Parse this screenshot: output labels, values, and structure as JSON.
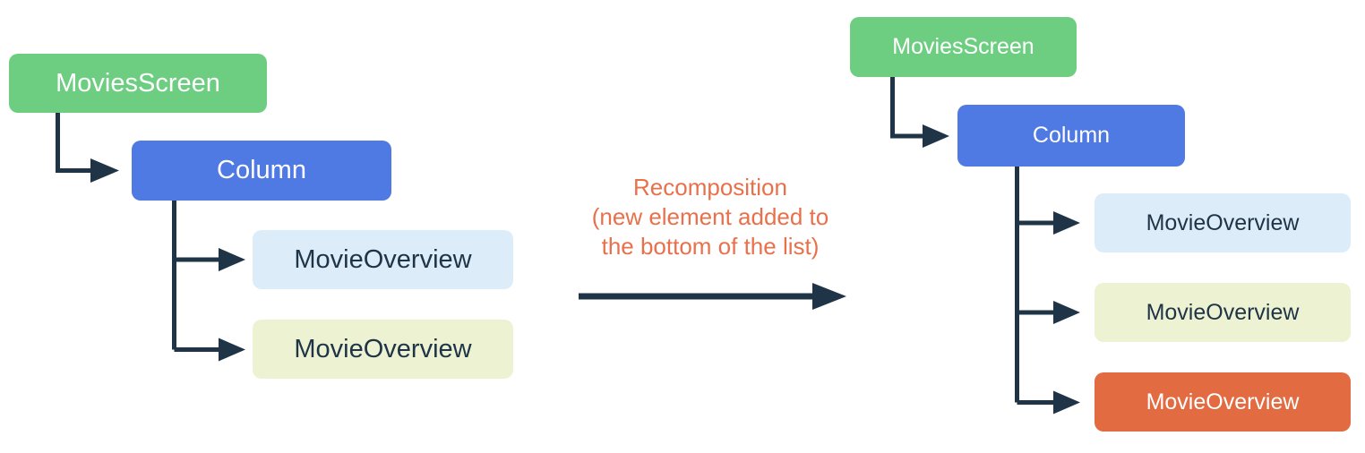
{
  "diagram": {
    "title_hint": "Compose recomposition tree diagram",
    "background": "#ffffff",
    "colors": {
      "root_box": "#6DCE81",
      "column_box": "#4F79E3",
      "item_box_light_blue": "#DCEDF9",
      "item_box_light_yellow": "#EDF2D2",
      "item_box_orange": "#E26B41",
      "connector": "#1F3447",
      "label_on_dark": "#FFFFFF",
      "label_on_light": "#1F3447",
      "transition_text": "#E8714B"
    },
    "left_tree": {
      "root_label": "MoviesScreen",
      "column_label": "Column",
      "items": [
        {
          "label": "MovieOverview",
          "color": "#DCEDF9"
        },
        {
          "label": "MovieOverview",
          "color": "#EDF2D2"
        }
      ]
    },
    "transition": {
      "line1": "Recomposition",
      "line2": "(new element added to",
      "line3": "the bottom of the list)"
    },
    "right_tree": {
      "root_label": "MoviesScreen",
      "column_label": "Column",
      "items": [
        {
          "label": "MovieOverview",
          "color": "#DCEDF9"
        },
        {
          "label": "MovieOverview",
          "color": "#EDF2D2"
        },
        {
          "label": "MovieOverview",
          "color": "#E26B41"
        }
      ]
    }
  }
}
